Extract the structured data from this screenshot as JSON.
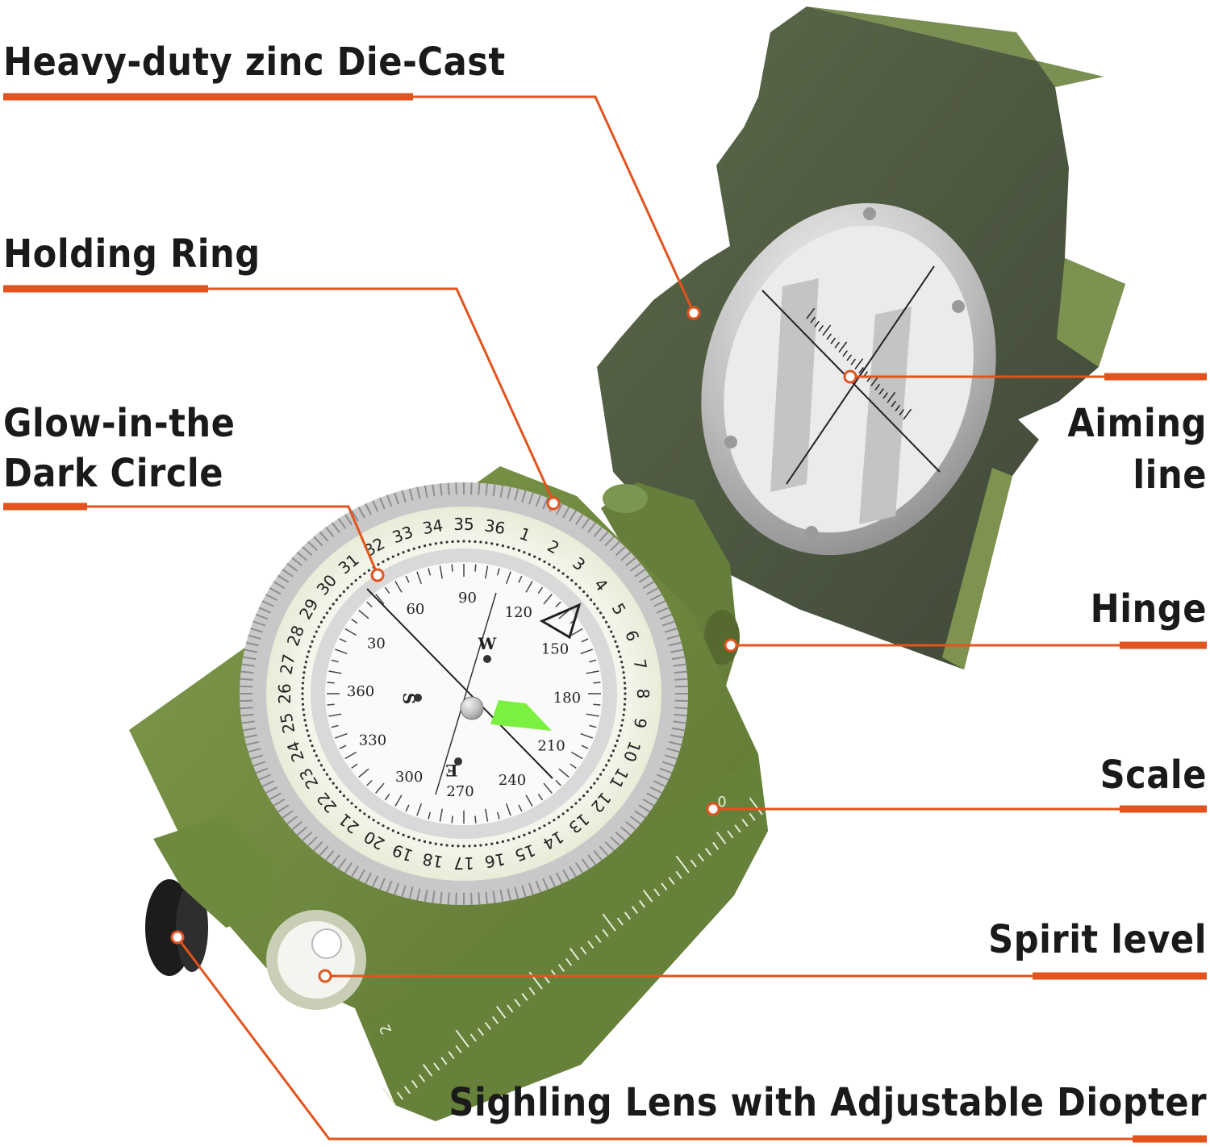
{
  "colors": {
    "accent": "#e3531d",
    "text": "#1a1a1a",
    "body_green": "#6f8a3c",
    "lid_dark": "#4b5644",
    "background": "#ffffff"
  },
  "callouts": {
    "die_cast": "Heavy-duty zinc Die-Cast",
    "holding_ring": "Holding Ring",
    "glow_line1": "Glow-in-the",
    "glow_line2": "Dark Circle",
    "aiming_line1": "Aiming",
    "aiming_line2": "line",
    "hinge": "Hinge",
    "scale": "Scale",
    "spirit_level": "Spirit level",
    "sighting_lens": "Sighling Lens with Adjustable Diopter"
  },
  "compass": {
    "cardinals": {
      "w": "W",
      "s": "S",
      "e": "E"
    },
    "scale_end": "0",
    "scale_start": "2"
  }
}
